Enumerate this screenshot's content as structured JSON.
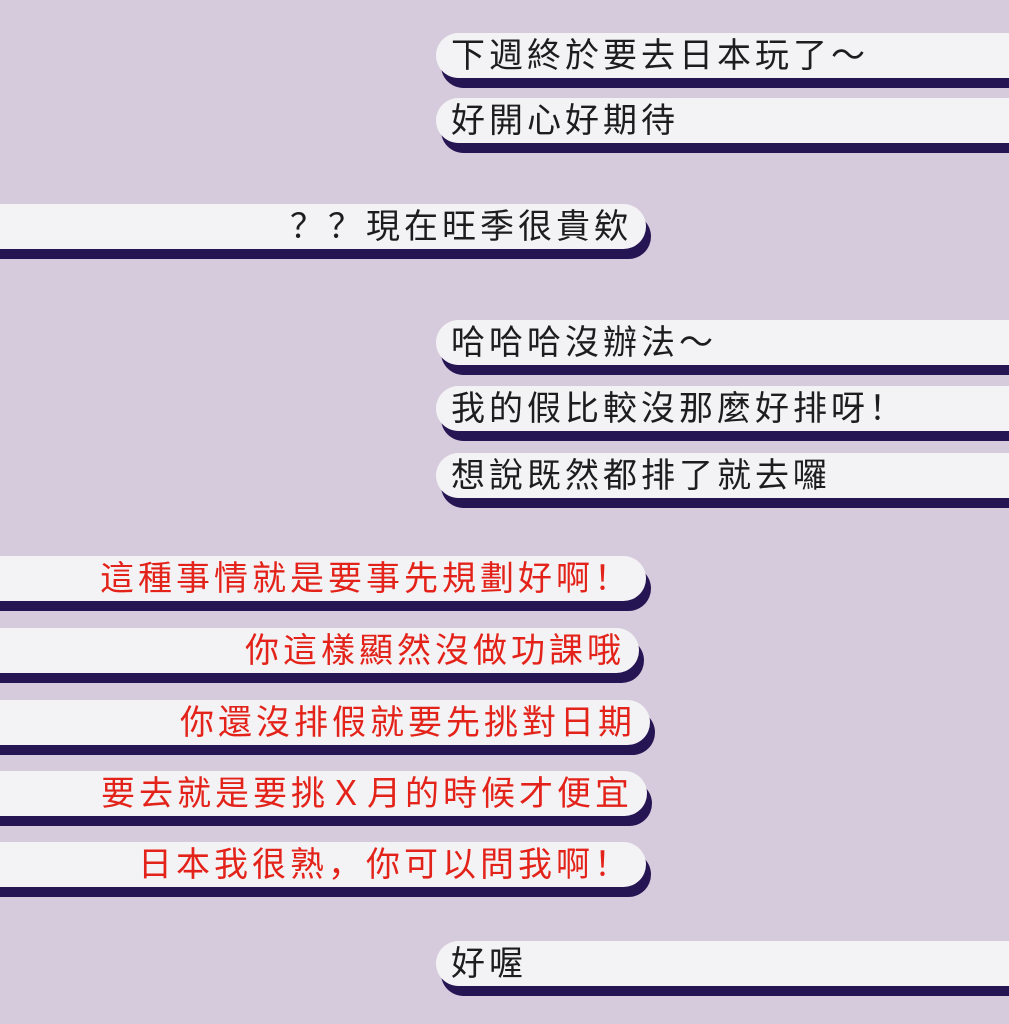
{
  "chat": {
    "messages": [
      {
        "side": "right",
        "sender": "user",
        "text_color": "black",
        "text": "下週終於要去日本玩了～"
      },
      {
        "side": "right",
        "sender": "user",
        "text_color": "black",
        "text": "好開心好期待"
      },
      {
        "side": "left",
        "sender": "friend",
        "text_color": "black",
        "text": "？？現在旺季很貴欸"
      },
      {
        "side": "right",
        "sender": "user",
        "text_color": "black",
        "text": "哈哈哈沒辦法～"
      },
      {
        "side": "right",
        "sender": "user",
        "text_color": "black",
        "text": "我的假比較沒那麼好排呀！"
      },
      {
        "side": "right",
        "sender": "user",
        "text_color": "black",
        "text": "想說既然都排了就去囉"
      },
      {
        "side": "left",
        "sender": "friend",
        "text_color": "red",
        "text": "這種事情就是要事先規劃好啊！"
      },
      {
        "side": "left",
        "sender": "friend",
        "text_color": "red",
        "text": "你這樣顯然沒做功課哦"
      },
      {
        "side": "left",
        "sender": "friend",
        "text_color": "red",
        "text": "你還沒排假就要先挑對日期"
      },
      {
        "side": "left",
        "sender": "friend",
        "text_color": "red",
        "text": "要去就是要挑Ｘ月的時候才便宜"
      },
      {
        "side": "left",
        "sender": "friend",
        "text_color": "red",
        "text": "日本我很熟，你可以問我啊！"
      },
      {
        "side": "right",
        "sender": "user",
        "text_color": "black",
        "text": "好喔"
      }
    ]
  },
  "colors": {
    "background": "#d6cbdc",
    "bubble_fill": "#f3f2f4",
    "bubble_shadow": "#261553",
    "text_black": "#1d1c1e",
    "text_red": "#e3231a"
  }
}
